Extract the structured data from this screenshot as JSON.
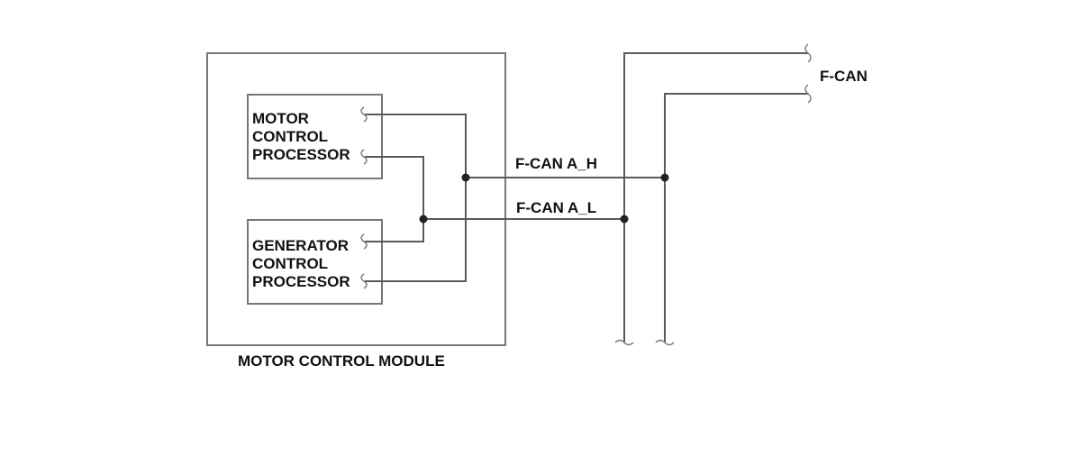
{
  "module": {
    "label": "MOTOR CONTROL MODULE"
  },
  "motor_processor": {
    "lines": [
      "MOTOR",
      "CONTROL",
      "PROCESSOR"
    ]
  },
  "generator_processor": {
    "lines": [
      "GENERATOR",
      "CONTROL",
      "PROCESSOR"
    ]
  },
  "bus": {
    "high_label": "F-CAN A_H",
    "low_label": "F-CAN A_L",
    "network_label": "F-CAN"
  },
  "colors": {
    "wire": "#5a5a5a",
    "box": "#777777",
    "junction": "#222222",
    "text": "#111111"
  }
}
